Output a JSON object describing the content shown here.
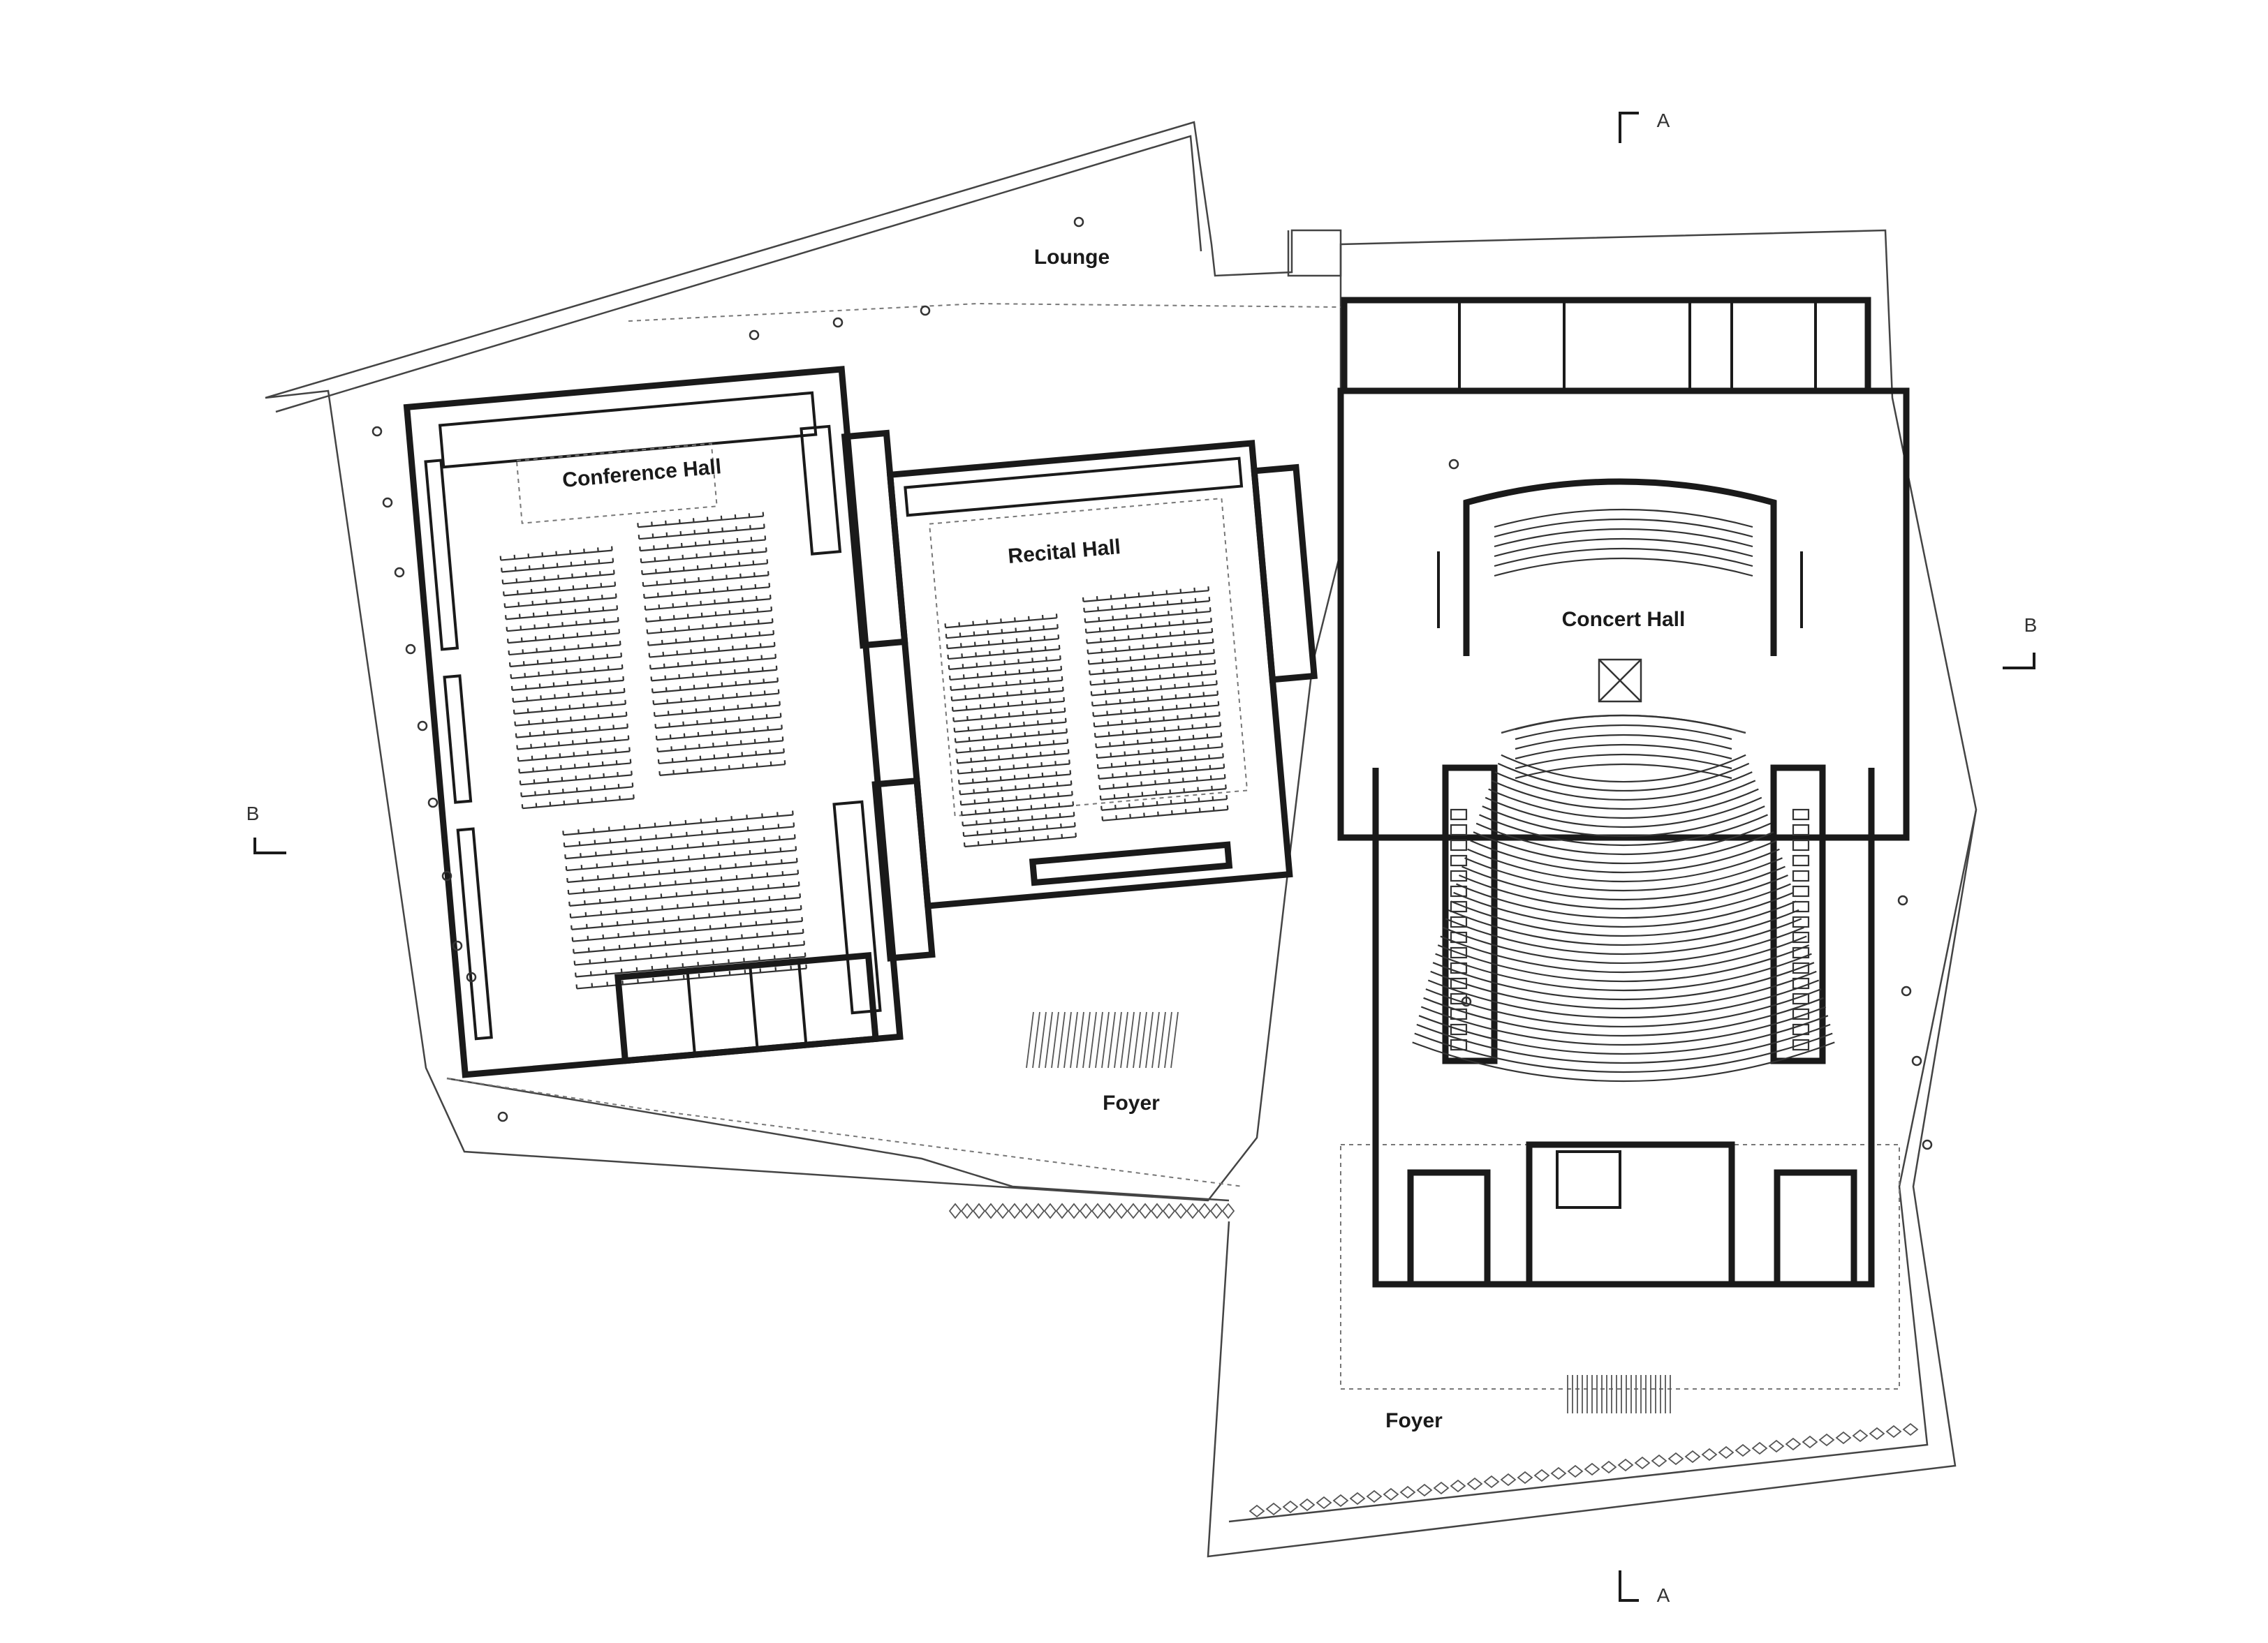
{
  "plan": {
    "rooms": {
      "lounge": "Lounge",
      "conference_hall": "Conference Hall",
      "recital_hall": "Recital Hall",
      "concert_hall": "Concert Hall",
      "foyer_west": "Foyer",
      "foyer_east": "Foyer"
    },
    "section_markers": {
      "a_top": "A",
      "a_bottom": "A",
      "b_left": "B",
      "b_right": "B"
    },
    "colors": {
      "background": "#ffffff",
      "linework": "#1a1a1a"
    }
  }
}
